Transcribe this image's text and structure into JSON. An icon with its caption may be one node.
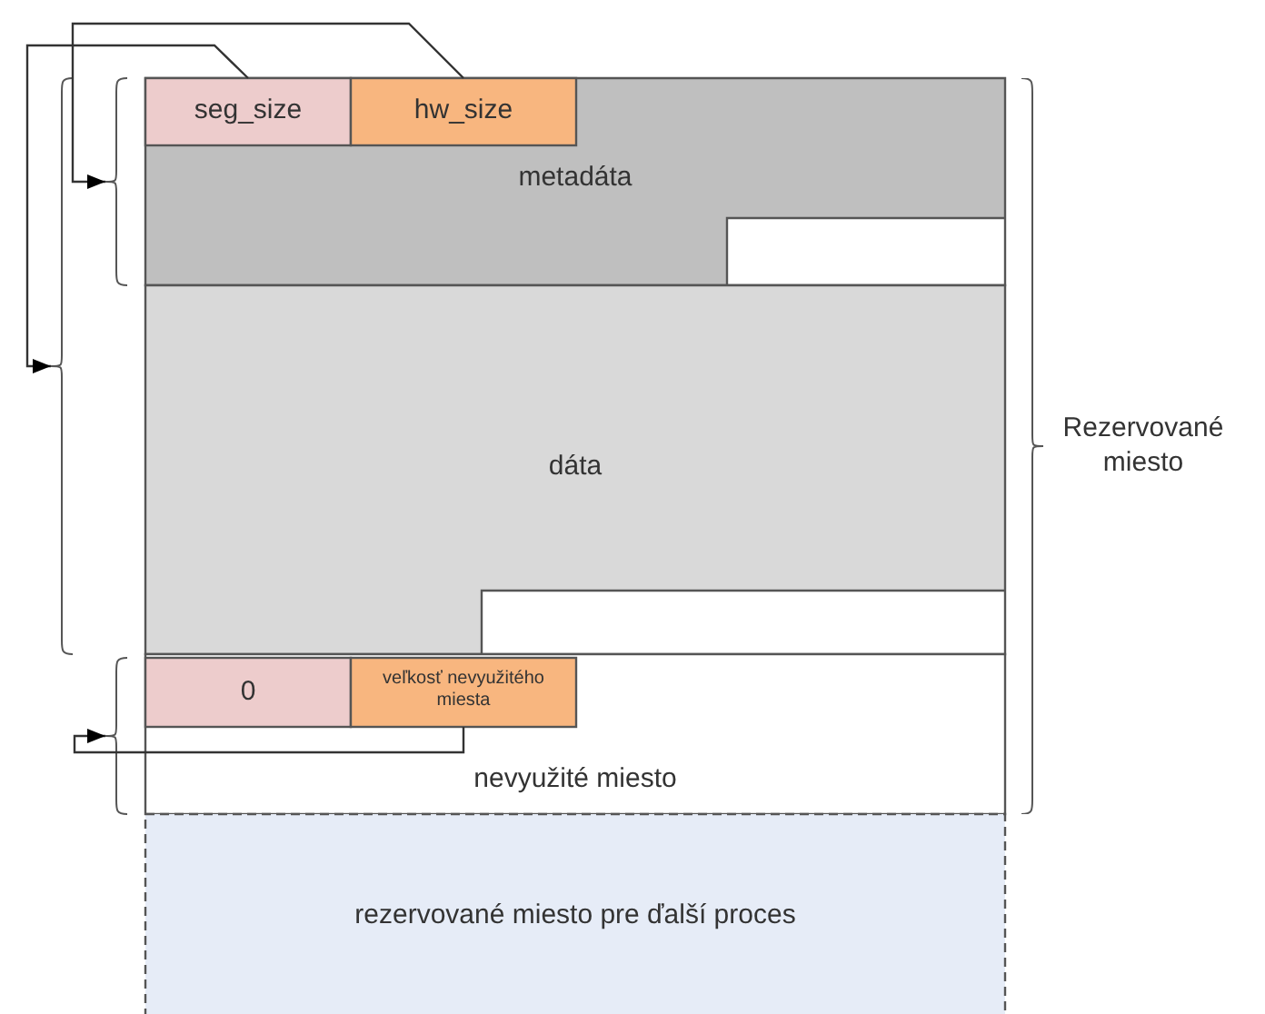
{
  "diagram": {
    "nodes": [
      {
        "text": [
          "metadáta"
        ]
      },
      {
        "text": [
          "seg_size"
        ],
        "in": 0
      },
      {
        "text": [
          "hw_size"
        ],
        "in": 0
      },
      {
        "text": [
          "dáta"
        ]
      },
      {
        "text": [
          "nevyužité miesto"
        ]
      },
      {
        "text": [
          "0"
        ],
        "in": 4
      },
      {
        "text": [
          "veľkosť nevyužitého miesta"
        ],
        "in": 4
      },
      {
        "text": [
          "rezervované miesto pre ďalší proces"
        ]
      },
      {
        "text": [],
        "shape": "brace"
      },
      {
        "text": [],
        "shape": "brace"
      },
      {
        "text": [],
        "shape": "brace"
      }
    ],
    "edges": [
      {
        "from": 1,
        "to": 9,
        "arrow": "to"
      },
      {
        "from": 2,
        "to": 8,
        "arrow": "to"
      },
      {
        "from": 6,
        "to": 10,
        "arrow": "to"
      }
    ],
    "labels": [
      "Rezervované miesto"
    ]
  }
}
